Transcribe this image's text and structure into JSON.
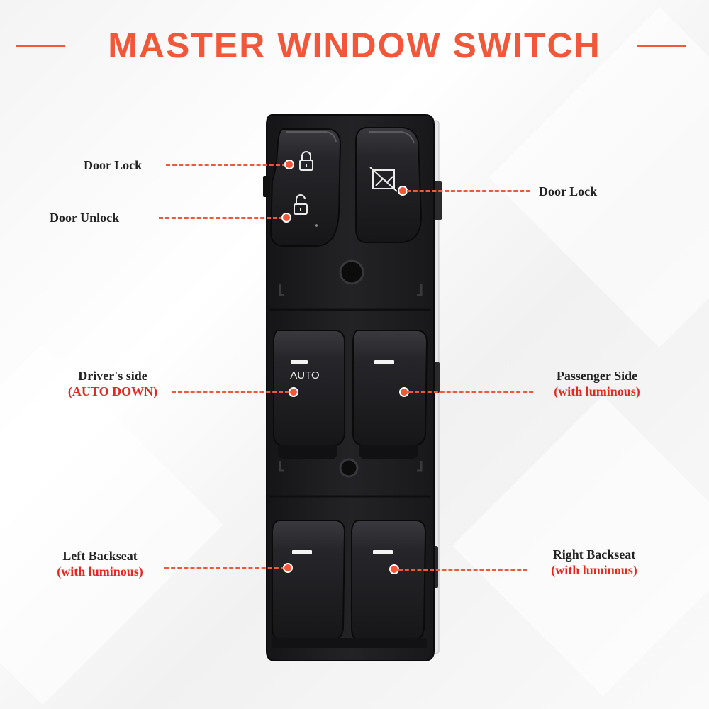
{
  "title": "MASTER WINDOW SWITCH",
  "switch_auto_text": "AUTO",
  "labels": {
    "door_lock_left": "Door Lock",
    "door_unlock": "Door Unlock",
    "door_lock_right": "Door Lock",
    "driver_side": "Driver's side",
    "driver_side_sub": "(AUTO DOWN)",
    "passenger_side": "Passenger Side",
    "passenger_side_sub": "(with luminous)",
    "left_backseat": "Left Backseat",
    "left_backseat_sub": "(with luminous)",
    "right_backseat": "Right Backseat",
    "right_backseat_sub": "(with luminous)"
  },
  "colors": {
    "accent": "#f2573a",
    "sub_label": "#e4281e",
    "switch_body": "#1c1c1e",
    "indicator": "#ffffff"
  },
  "icons": [
    "padlock-closed-icon",
    "padlock-open-icon",
    "window-lock-icon"
  ]
}
